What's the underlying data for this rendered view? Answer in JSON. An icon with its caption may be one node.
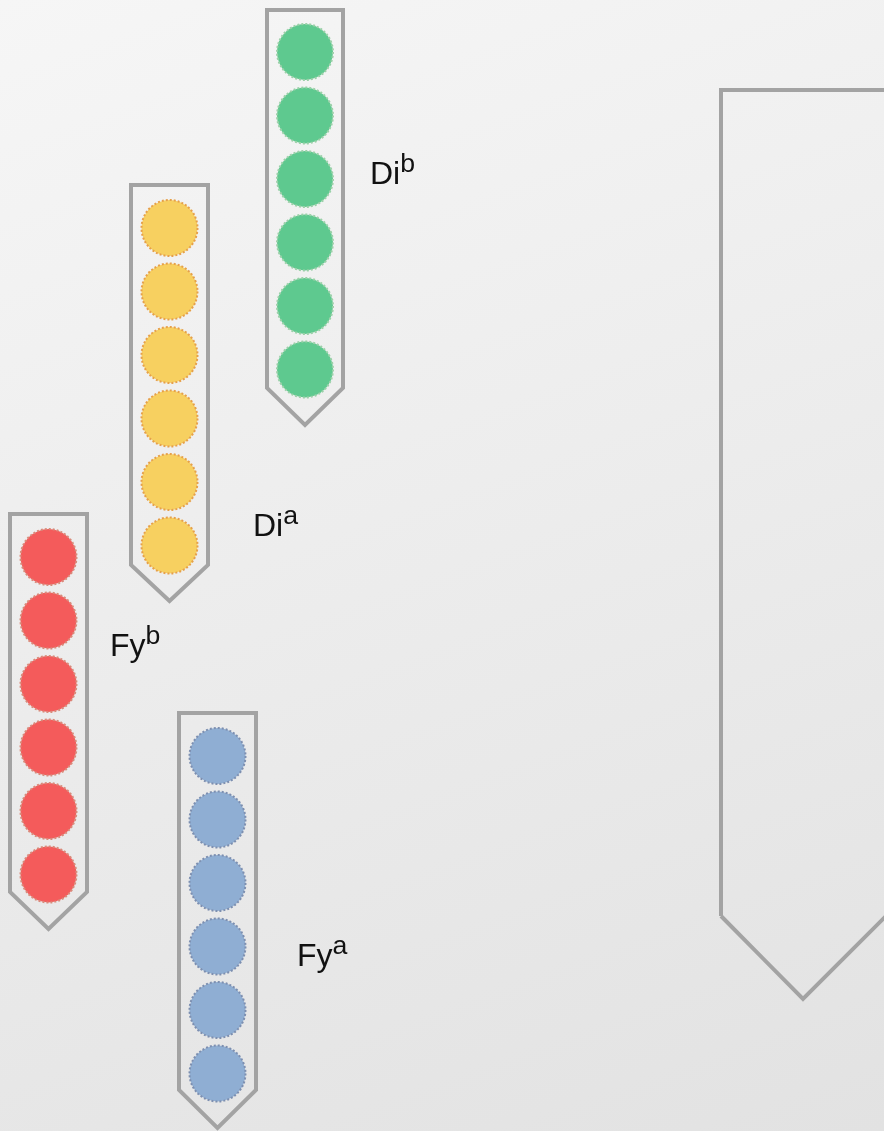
{
  "diagram": {
    "labels": [
      "Di$^{b}$",
      "Di$^{a}$",
      "Fy$^{b}$",
      "Fy$^{a}$"
    ]
  }
}
